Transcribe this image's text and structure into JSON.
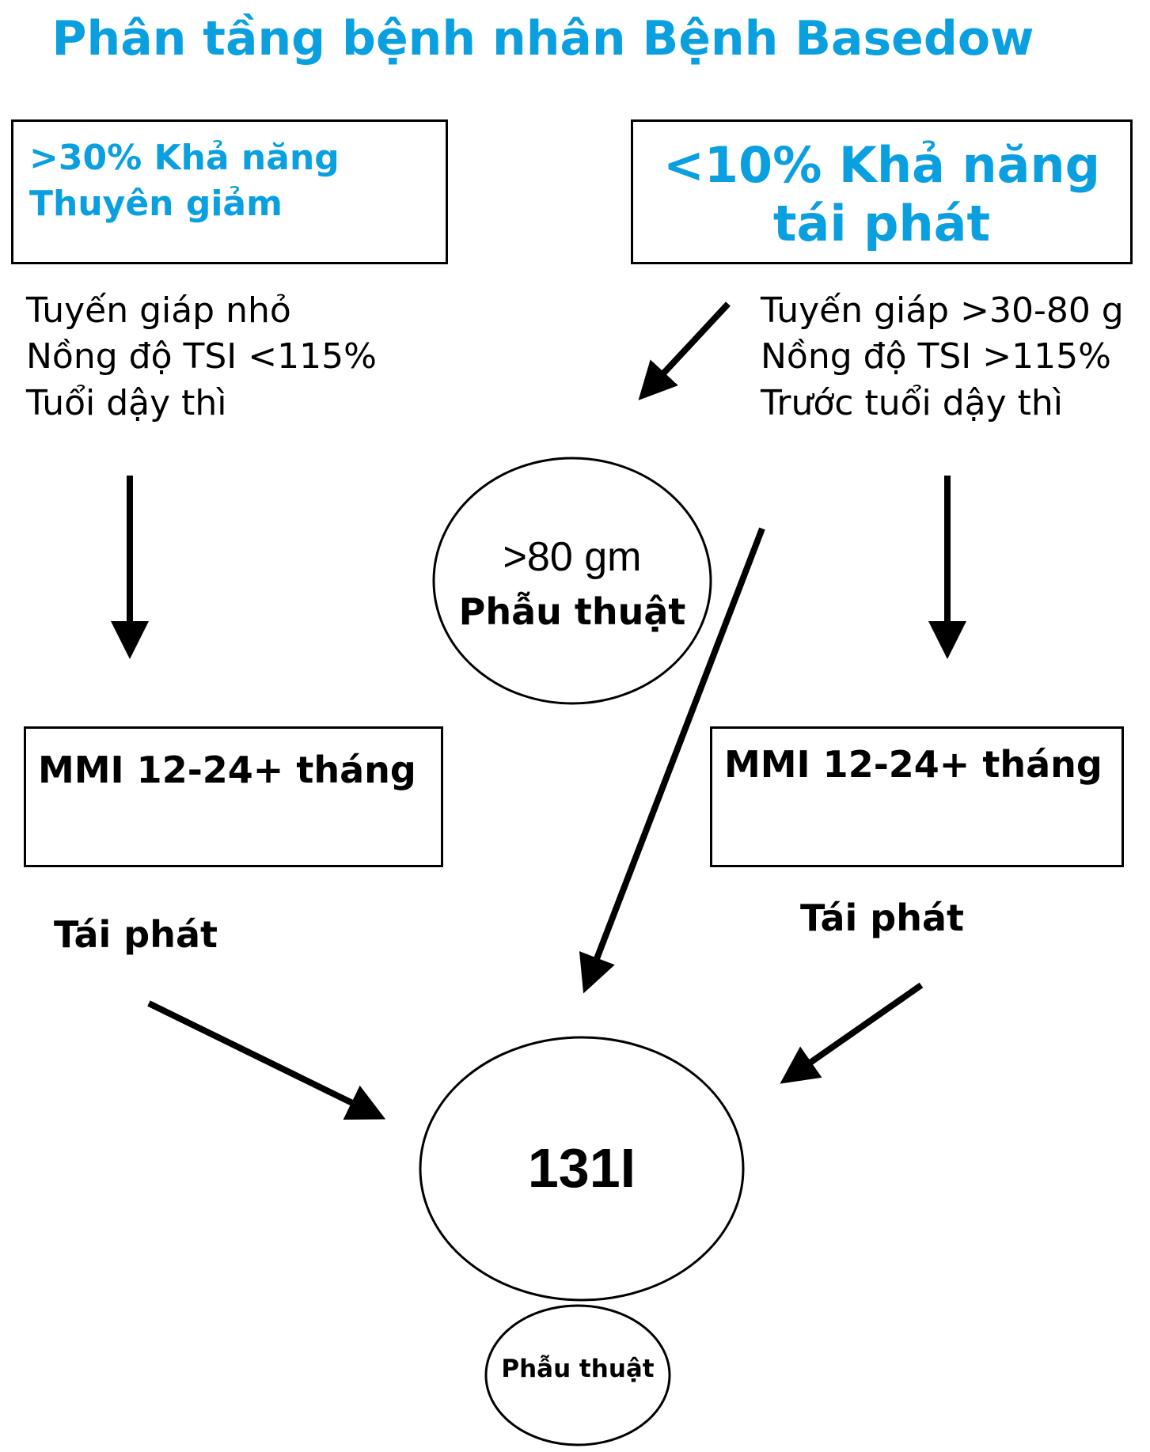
{
  "title": "Phân tầng bệnh nhân Bệnh Basedow",
  "colors": {
    "accent": "#0aa0e0",
    "line": "#000000"
  },
  "left_header": {
    "line1": ">30% Khả năng",
    "line2": "Thuyên giảm"
  },
  "right_header": {
    "line1": "<10% Khả năng",
    "line2": "tái phát"
  },
  "left_criteria": [
    "Tuyến giáp nhỏ",
    "Nồng độ TSI <115%",
    "Tuổi dậy thì"
  ],
  "right_criteria": [
    "Tuyến giáp >30-80 g",
    "Nồng độ TSI >115%",
    "Trước tuổi dậy thì"
  ],
  "surgery_node": {
    "line1": ">80 gm",
    "line2": "Phẫu thuật"
  },
  "left_treatment": "MMI 12-24+ tháng",
  "right_treatment": "MMI 12-24+ tháng",
  "left_relapse": "Tái phát",
  "right_relapse": "Tái phát",
  "iodine_node": "131I",
  "final_surgery": "Phẫu thuật"
}
